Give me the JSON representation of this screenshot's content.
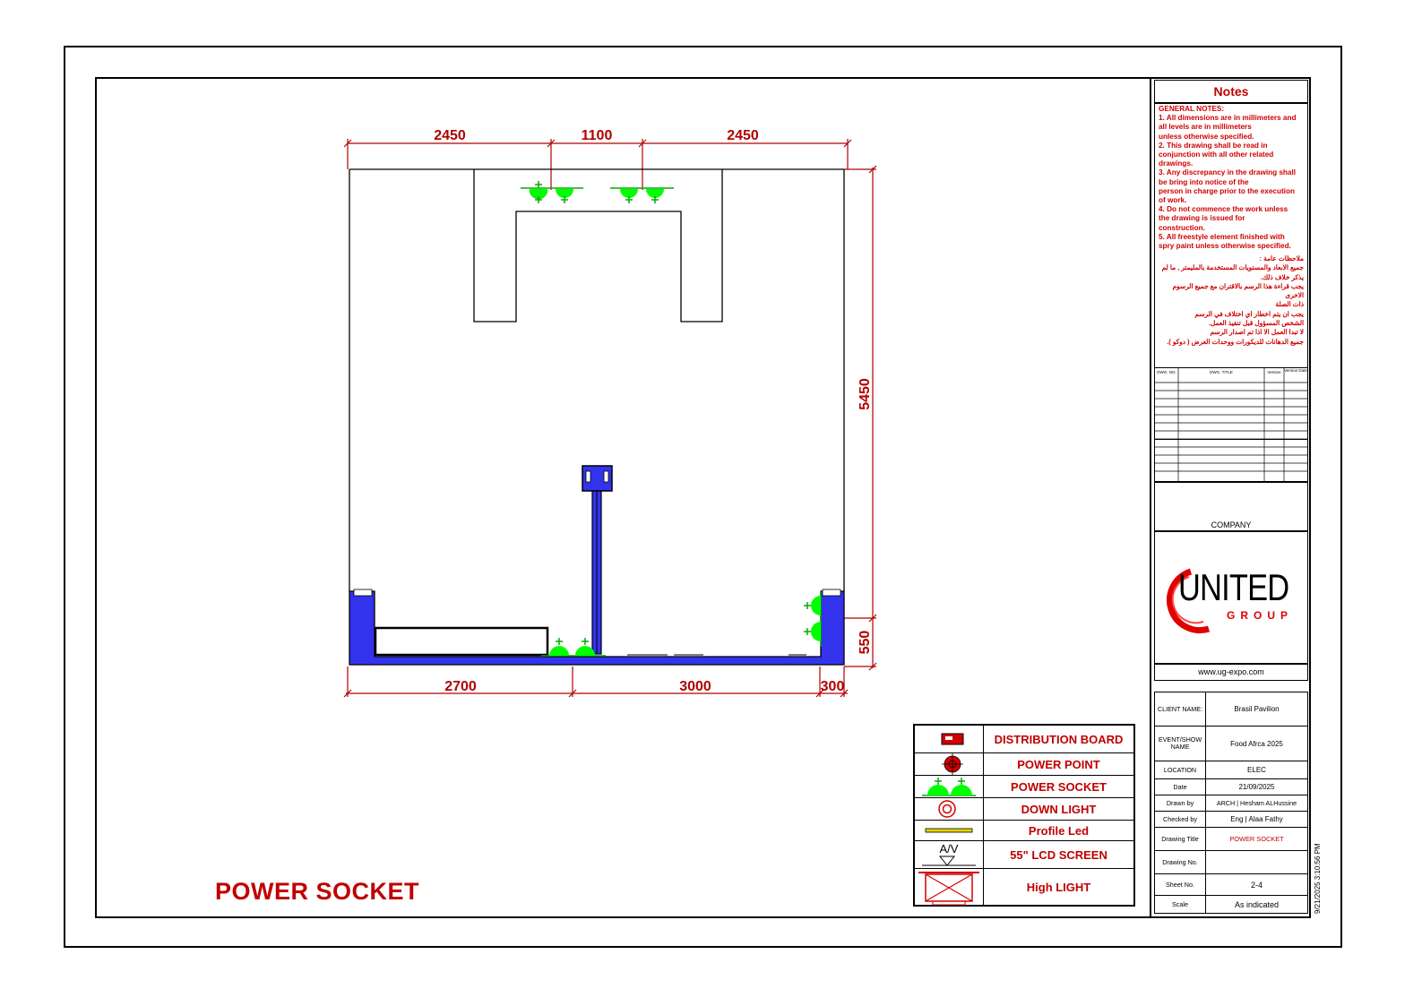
{
  "drawing": {
    "title": "POWER SOCKET",
    "dimensions": {
      "top": [
        "2450",
        "1100",
        "2450"
      ],
      "bottom": [
        "2700",
        "3000",
        "300"
      ],
      "right": [
        "5450",
        "550"
      ]
    }
  },
  "legend": {
    "items": [
      {
        "icon": "distribution-board-icon",
        "label": "DISTRIBUTION BOARD"
      },
      {
        "icon": "power-point-icon",
        "label": "POWER POINT"
      },
      {
        "icon": "power-socket-icon",
        "label": "POWER SOCKET"
      },
      {
        "icon": "down-light-icon",
        "label": "DOWN LIGHT"
      },
      {
        "icon": "profile-led-icon",
        "label": "Profile Led"
      },
      {
        "icon": "lcd-screen-icon",
        "label": "55\" LCD SCREEN",
        "symbol_text": "A/V"
      },
      {
        "icon": "high-light-icon",
        "label": "High LIGHT"
      }
    ]
  },
  "notes": {
    "heading": "Notes",
    "general_title": "GENERAL NOTES:",
    "lines": [
      "1. All dimensions are in millimeters and",
      "all levels are in millimeters",
      "unless otherwise specified.",
      "2. This drawing shall be read in",
      "conjunction with all other related",
      "drawings.",
      "3. Any discrepancy in the drawing shall",
      "be bring into notice of the",
      "person in charge prior to the execution",
      "of work.",
      "4. Do not commence the work unless",
      "the drawing is issued for",
      "construction.",
      "5. All freestyle element finished with",
      "spry paint unless otherwise specified."
    ],
    "arabic_lines": [
      "ملاحظات عامة :",
      "جميع الابعاد والمستويات المستخدمة بالمليمتر , ما لم",
      "يذكر خلاف ذلك.",
      "يجب قراءة هذا الرسم بالاقتران مع جميع الرسوم الاخرى",
      "ذات الصلة",
      "يجب ان يتم اخطار اي اختلاف في الرسم",
      "الشخص المسؤول قبل تنفيذ العمل.",
      "لا تبدا العمل الا اذا تم اصدار الرسم",
      "جميع الدهانات للديكورات ووحدات العرض ( دوكو )."
    ]
  },
  "revisions": {
    "headers": [
      "DWG. NO.",
      "DWG. TITLE",
      "Version",
      "Version Date"
    ],
    "row_count": 12
  },
  "company": {
    "label": "COMPANY",
    "logo_word": "UNITED",
    "logo_sub": "GROUP",
    "website": "www.ug-expo.com",
    "brand_color": "#e00000"
  },
  "info": [
    {
      "key": "CLIENT NAME:",
      "value": "Brasil Pavilion"
    },
    {
      "key": "EVENT/SHOW NAME",
      "value": "Food Afrca 2025"
    },
    {
      "key": "LOCATION",
      "value": "ELEC"
    },
    {
      "key": "Date",
      "value": "21/09/2025"
    },
    {
      "key": "Drawn by",
      "value": "ARCH | Hesham ALHussine"
    },
    {
      "key": "Checked by",
      "value": "Eng | Alaa Fathy"
    },
    {
      "key": "Drawing Title",
      "value": "POWER SOCKET"
    },
    {
      "key": "Drawing No.",
      "value": ""
    },
    {
      "key": "Sheet No.",
      "value": "2-4"
    },
    {
      "key": "Scale",
      "value": "As indicated"
    }
  ],
  "timestamp": "9/21/2025 3:10:56 PM",
  "colors": {
    "dimension": "#b00000",
    "socket": "#00ff00",
    "wall": "#3333ee",
    "accent": "#c00000"
  }
}
